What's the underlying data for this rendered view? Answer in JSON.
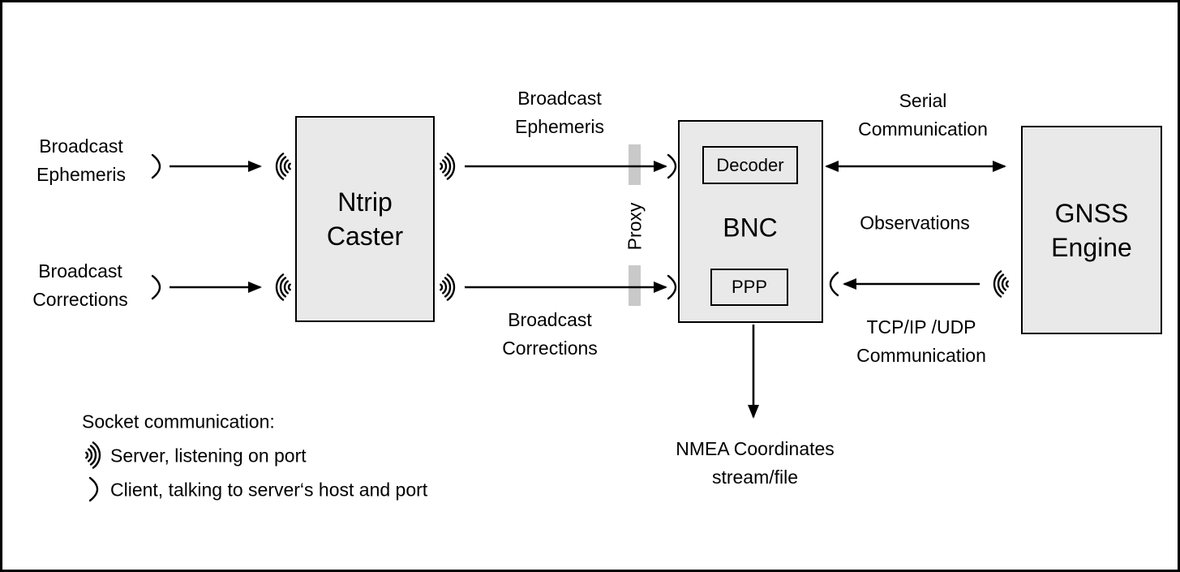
{
  "diagram": {
    "nodes": {
      "ntrip_caster": "Ntrip\nCaster",
      "bnc": "BNC",
      "decoder": "Decoder",
      "ppp": "PPP",
      "gnss_engine": "GNSS\nEngine"
    },
    "labels": {
      "broadcast_ephemeris_left": "Broadcast\nEphemeris",
      "broadcast_corrections_left": "Broadcast\nCorrections",
      "broadcast_ephemeris_top": "Broadcast\nEphemeris",
      "broadcast_corrections_bottom": "Broadcast\nCorrections",
      "proxy": "Proxy",
      "serial_communication": "Serial\nCommunication",
      "observations": "Observations",
      "tcpip_udp_communication": "TCP/IP /UDP\nCommunication",
      "nmea_output": "NMEA Coordinates\nstream/file"
    },
    "legend": {
      "title": "Socket communication:",
      "server": "Server, listening on port",
      "client": "Client, talking to server‘s host and port"
    },
    "icons": {
      "server": "socket-server-waves-icon",
      "client": "socket-client-arc-icon"
    },
    "colors": {
      "background": "#ffffff",
      "frame_border": "#000000",
      "node_fill": "#e9e9e9",
      "node_border": "#000000",
      "arrow": "#000000",
      "proxy_bar": "#c9c9c9"
    }
  }
}
